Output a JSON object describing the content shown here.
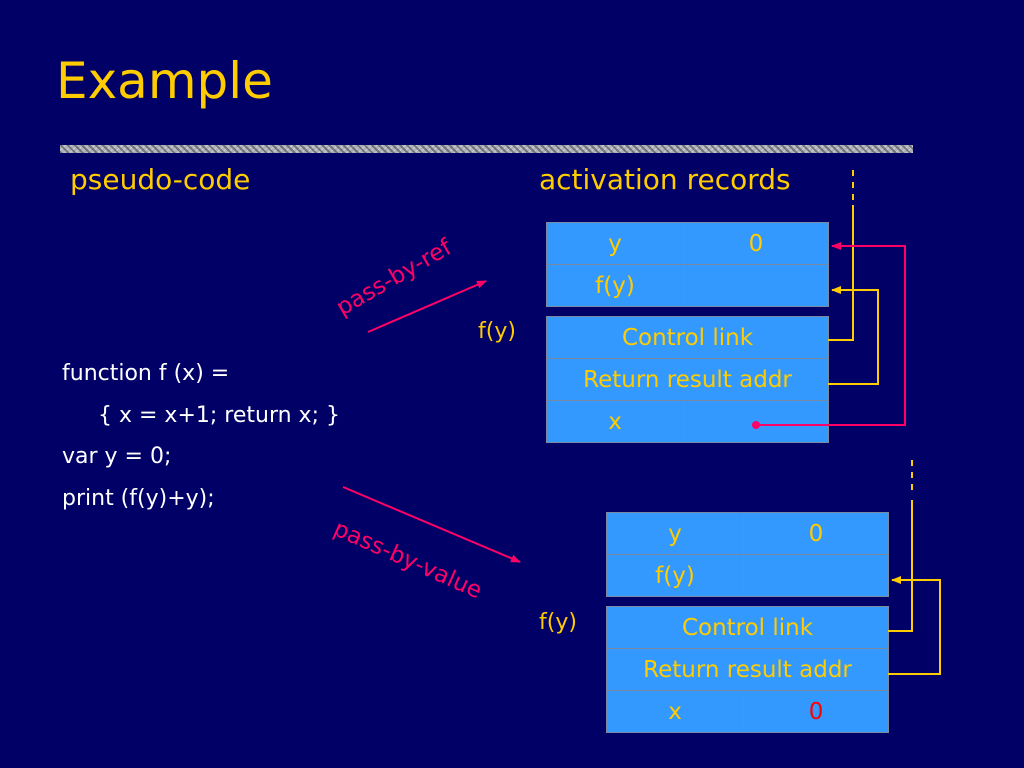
{
  "title": "Example",
  "headings": {
    "left": "pseudo-code",
    "right": "activation records"
  },
  "code": [
    "function f (x) =",
    "{ x = x+1; return x;  }",
    "var y = 0;",
    "print (f(y)+y);"
  ],
  "arrow_labels": {
    "ref": "pass-by-ref",
    "value": "pass-by-value"
  },
  "records": {
    "ref": {
      "frame_label": "f(y)",
      "outer": [
        [
          "y",
          "0"
        ],
        [
          "f(y)",
          ""
        ]
      ],
      "control_link": "Control link",
      "return": "Return  result addr",
      "x_row": [
        "x",
        ""
      ]
    },
    "value": {
      "frame_label": "f(y)",
      "outer": [
        [
          "y",
          "0"
        ],
        [
          "f(y)",
          ""
        ]
      ],
      "control_link": "Control link",
      "return": "Return  result addr",
      "x_row": [
        "x",
        "0"
      ]
    }
  },
  "colors": {
    "background": "#000066",
    "title": "#FFCC00",
    "record_fill": "#3399FF",
    "link": "#FFCC00",
    "reference": "#FF0066",
    "value_text": "#FF0000"
  }
}
